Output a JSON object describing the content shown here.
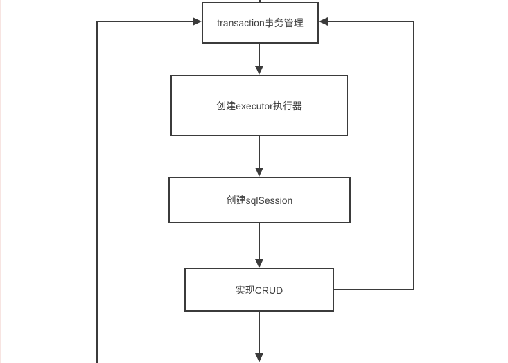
{
  "diagram": {
    "type": "flowchart",
    "nodes": [
      {
        "id": "transaction",
        "label": "transaction事务管理"
      },
      {
        "id": "executor",
        "label": "创建executor执行器"
      },
      {
        "id": "sqlsession",
        "label": "创建sqlSession"
      },
      {
        "id": "crud",
        "label": "实现CRUD"
      }
    ],
    "edges": [
      {
        "from": "off-screen-top",
        "to": "transaction",
        "style": "line"
      },
      {
        "from": "transaction",
        "to": "executor",
        "style": "arrow-down"
      },
      {
        "from": "executor",
        "to": "sqlsession",
        "style": "arrow-down"
      },
      {
        "from": "sqlsession",
        "to": "crud",
        "style": "arrow-down"
      },
      {
        "from": "crud",
        "to": "off-screen-bottom",
        "style": "arrow-down"
      },
      {
        "from": "off-screen-bottom-left",
        "to": "transaction",
        "style": "loop-left-arrow-into-left-side"
      },
      {
        "from": "crud",
        "to": "transaction",
        "style": "loop-right-arrow-into-right-side"
      }
    ],
    "colors": {
      "line": "#3b3b3b",
      "node_border": "#3b3b3b",
      "node_fill": "#ffffff",
      "text": "#3f3f3f",
      "background": "#ffffff",
      "left_edge_strip": "#f7e4e1"
    }
  }
}
